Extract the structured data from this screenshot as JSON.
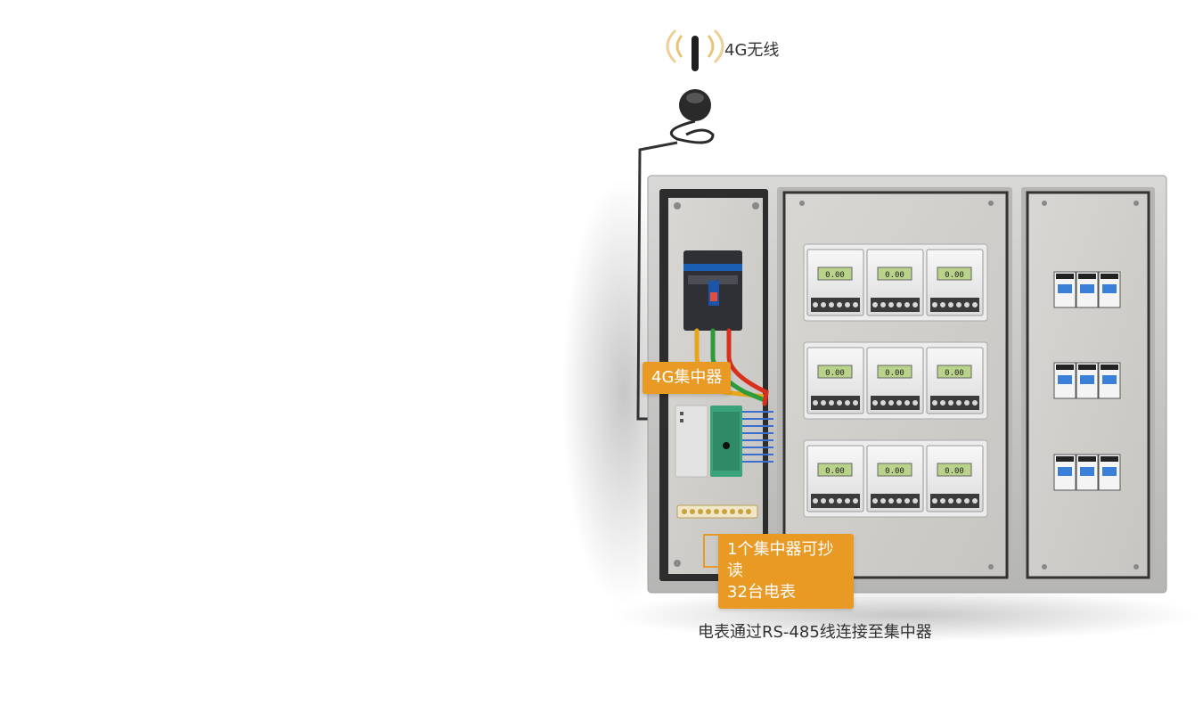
{
  "labels": {
    "wireless": "4G无线",
    "concentrator": "4G集中器",
    "capacity_line1": "1个集中器可抄读",
    "capacity_line2": "32台电表",
    "caption": "电表通过RS-485线连接至集中器"
  },
  "colors": {
    "callout": "#e99a24",
    "cabinet_frame": "#c6c6c4",
    "panel": "#d0ceca",
    "antenna": "#1f1f1f",
    "signal": "#e7c47a"
  },
  "diagram": {
    "meter_rows": 3,
    "meters_per_row": 3,
    "breaker_groups": 3,
    "wire_colors": [
      "#e8a51c",
      "#2e9b3a",
      "#d9301d"
    ],
    "meter_reading": "0.00"
  }
}
